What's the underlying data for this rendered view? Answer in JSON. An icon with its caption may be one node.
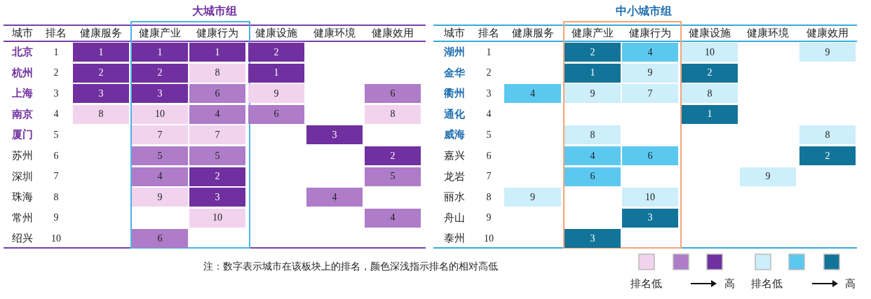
{
  "diagram": {
    "labels": [
      "大城市组",
      "城市",
      "排名",
      "健康服务",
      "健康产业",
      "健康行为",
      "健康设施",
      "健康环境",
      "健康效用",
      "北京",
      "1",
      "1",
      "1",
      "1",
      "2",
      "杭州",
      "2",
      "2",
      "2",
      "8",
      "1",
      "上海",
      "3",
      "3",
      "3",
      "6",
      "9",
      "6",
      "南京",
      "4",
      "8",
      "10",
      "4",
      "6",
      "8",
      "厦门",
      "5",
      "7",
      "7",
      "3",
      "苏州",
      "6",
      "5",
      "5",
      "2",
      "深圳",
      "7",
      "4",
      "2",
      "5",
      "珠海",
      "8",
      "9",
      "3",
      "4",
      "常州",
      "9",
      "10",
      "4",
      "绍兴",
      "10",
      "6",
      "中小城市组",
      "城市",
      "排名",
      "健康服务",
      "健康产业",
      "健康行为",
      "健康设施",
      "健康环境",
      "健康效用",
      "湖州",
      "1",
      "2",
      "4",
      "10",
      "9",
      "金华",
      "2",
      "1",
      "9",
      "2",
      "衢州",
      "3",
      "4",
      "9",
      "7",
      "8",
      "通化",
      "4",
      "1",
      "威海",
      "5",
      "8",
      "8",
      "嘉兴",
      "6",
      "4",
      "6",
      "2",
      "龙岩",
      "7",
      "6",
      "9",
      "丽水",
      "8",
      "9",
      "10",
      "舟山",
      "9",
      "3",
      "泰州",
      "10",
      "3",
      "注：数字表示城市在该板块上的排名，颜色深浅指示排名的相对高低"
    ],
    "legend": [
      {
        "text": "排名低",
        "color": "#f2d3ee"
      },
      {
        "text": "高",
        "color": "#7030a0"
      },
      {
        "text": "排名低",
        "color": "#cdeefb"
      },
      {
        "text": "高",
        "color": "#127499"
      }
    ]
  }
}
